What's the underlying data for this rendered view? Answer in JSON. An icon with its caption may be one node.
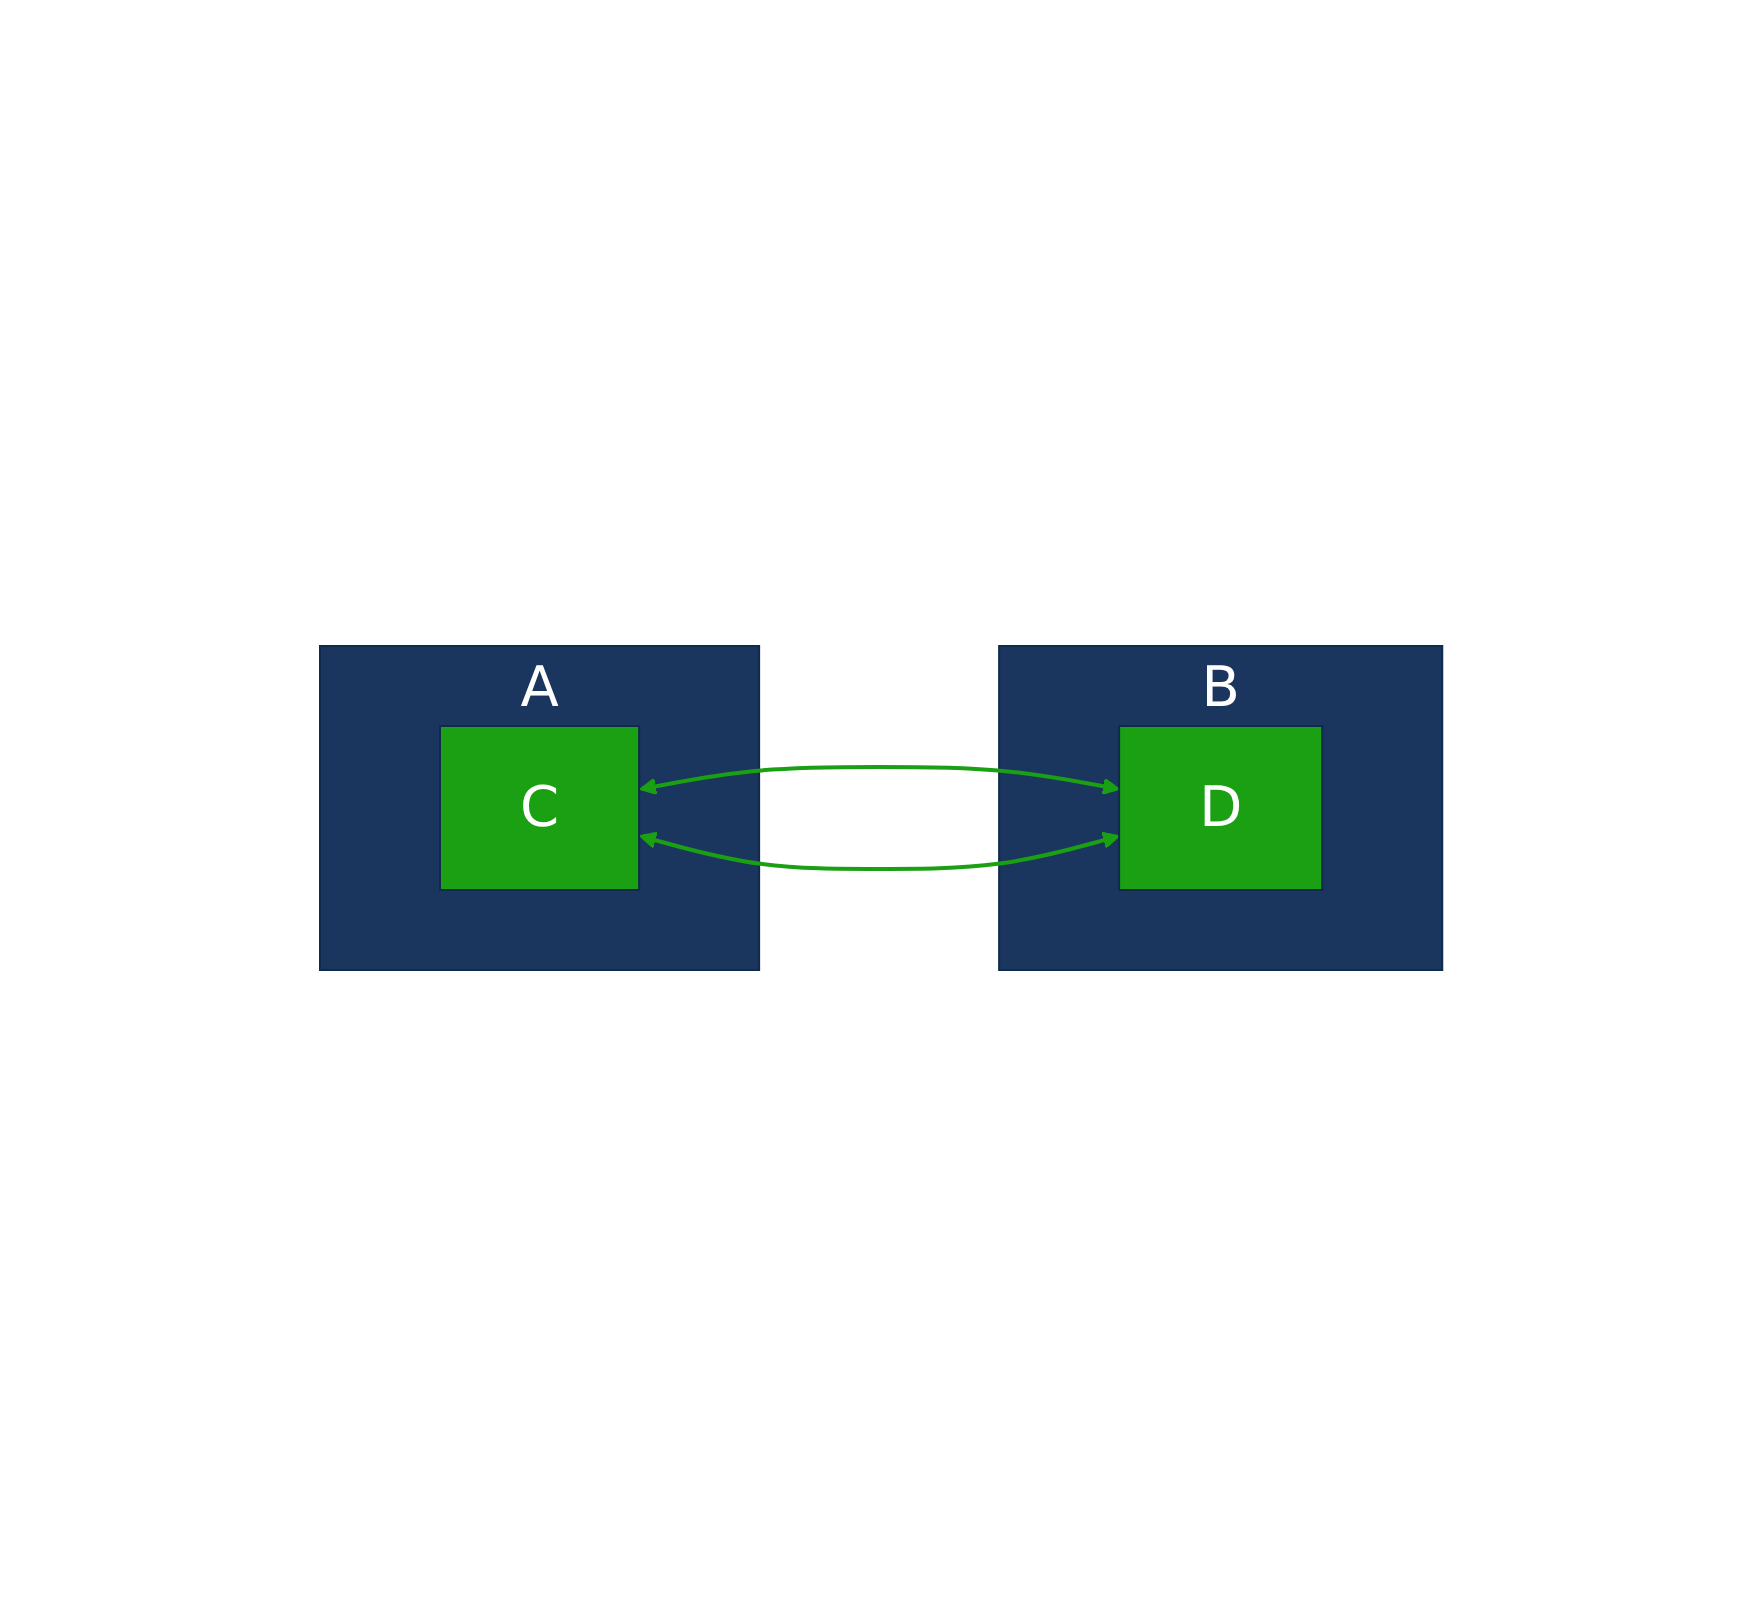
{
  "diagram": {
    "nodes": [
      {
        "text": [
          "A"
        ]
      },
      {
        "text": [
          "B"
        ]
      },
      {
        "text": [
          "C"
        ],
        "in": 0
      },
      {
        "text": [
          "D"
        ],
        "in": 1
      }
    ],
    "edges": [
      {
        "from": 2,
        "to": 3,
        "arrow": "both"
      },
      {
        "from": 2,
        "to": 3,
        "arrow": "both"
      }
    ]
  }
}
